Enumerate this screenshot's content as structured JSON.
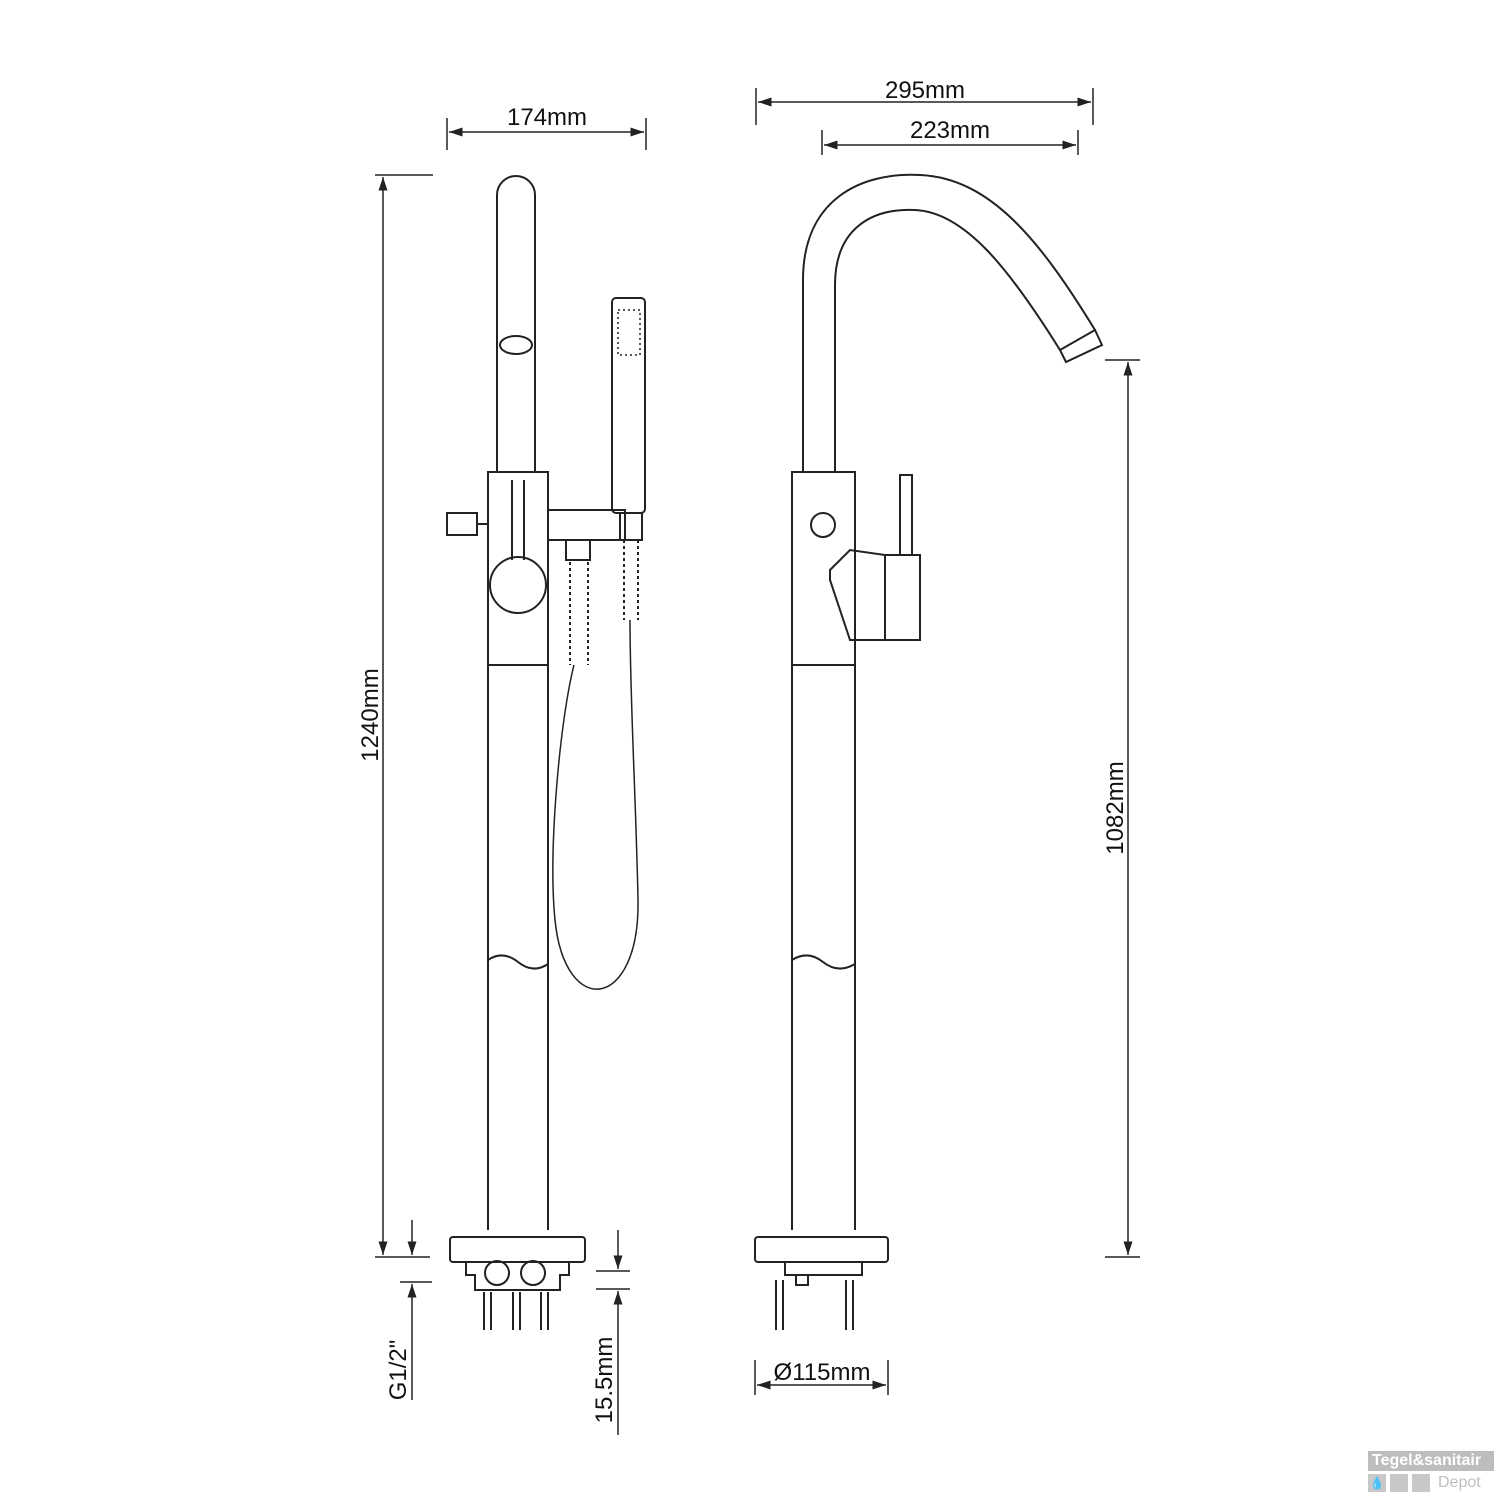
{
  "dimensions": {
    "left_width": "174mm",
    "total_height": "1240mm",
    "thread": "G1/2\"",
    "base_gap": "15.5mm",
    "right_reach_outer": "295mm",
    "right_reach_inner": "223mm",
    "spout_height": "1082mm",
    "base_diameter": "Ø115mm"
  },
  "watermark": {
    "line1": "Tegel&sanitair",
    "line2": "Depot"
  },
  "colors": {
    "line": "#222222",
    "watermark": "#bdbdbd"
  }
}
